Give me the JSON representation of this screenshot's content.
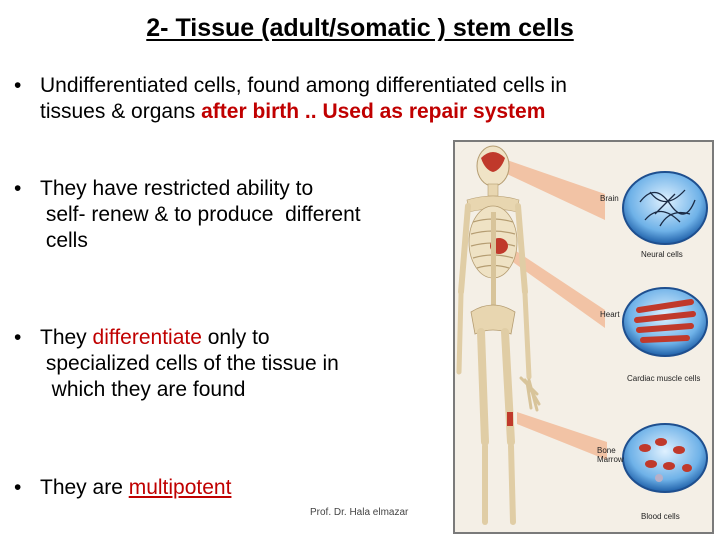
{
  "slide": {
    "title": "2- Tissue (adult/somatic ) stem cells",
    "bullets": [
      {
        "line1": "Undifferentiated cells, found among differentiated cells in",
        "line2_plain": "tissues & organs ",
        "line2_red": "after birth .. Used as repair system"
      },
      {
        "line1": "They  have restricted ability to",
        "line2": " self- renew & to produce  different",
        "line3": " cells"
      },
      {
        "line1_plain": "They ",
        "line1_red": "differentiate",
        "line1_rest": " only to",
        "line2": " specialized cells of the tissue in",
        "line3": "  which they are found"
      },
      {
        "plain": "They are ",
        "red": "multipotent"
      }
    ],
    "footer": "Prof. Dr. Hala elmazar"
  },
  "figure": {
    "labels": {
      "brain": "Brain",
      "neural_cells": "Neural cells",
      "heart": "Heart",
      "cardiac_cells": "Cardiac muscle cells",
      "bone_marrow_1": "Bone",
      "bone_marrow_2": "Marrow",
      "blood_cells": "Blood cells"
    }
  },
  "colors": {
    "accent_red": "#c00000",
    "text": "#000000"
  }
}
